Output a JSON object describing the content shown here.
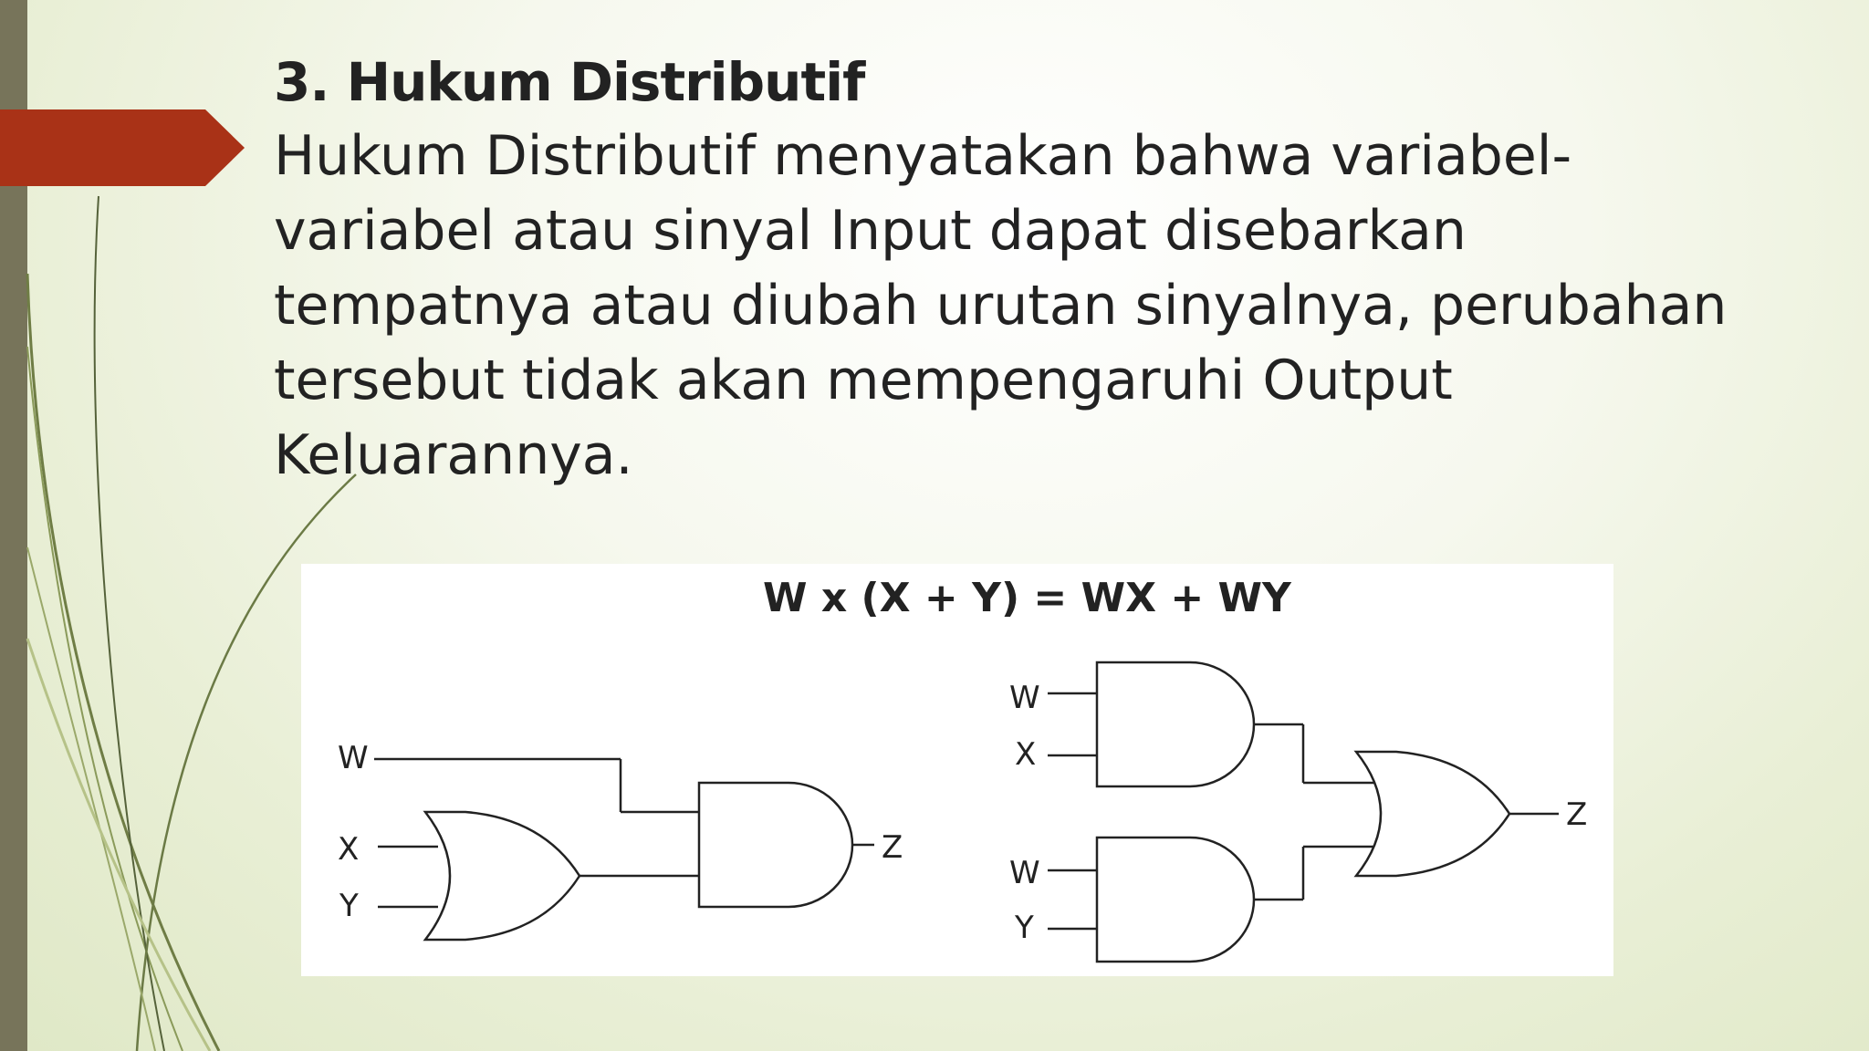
{
  "slide": {
    "title": "3. Hukum Distributif",
    "body_lines": [
      "Hukum Distributif menyatakan bahwa variabel-",
      "variabel atau sinyal Input dapat disebarkan",
      "tempatnya atau diubah urutan sinyalnya, perubahan",
      "tersebut tidak akan mempengaruhi Output",
      "Keluarannya."
    ]
  },
  "diagram": {
    "equation": "W x (X + Y) = WX + WY",
    "left_circuit": {
      "inputs": [
        "W",
        "X",
        "Y"
      ],
      "output": "Z"
    },
    "right_circuit": {
      "inputs": [
        "W",
        "X",
        "W",
        "Y"
      ],
      "output": "Z"
    }
  },
  "colors": {
    "accent_marker": "#a93217",
    "side_bar": "#77745a"
  }
}
